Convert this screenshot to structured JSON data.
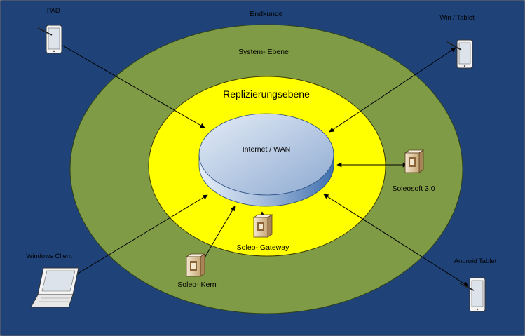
{
  "labels": {
    "outer": "Endkunde",
    "system": "System- Ebene",
    "replication": "Replizierungsebene",
    "core": "Internet / WAN"
  },
  "devices": {
    "ipad": "IPAD",
    "win_tablet": "Win / Tablet",
    "windows_client": "Windows Client",
    "android_tablet": "Android Tablet"
  },
  "servers": {
    "soleosoft": "Soleosoft 3.0",
    "gateway": "Soleo- Gateway",
    "kern": "Soleo- Kern"
  },
  "colors": {
    "background": "#1f4379",
    "system_ring": "#7f9b45",
    "replication_ring": "#ffff00",
    "disk_top": "#c8d6ea",
    "disk_side": "#5c86bd"
  }
}
